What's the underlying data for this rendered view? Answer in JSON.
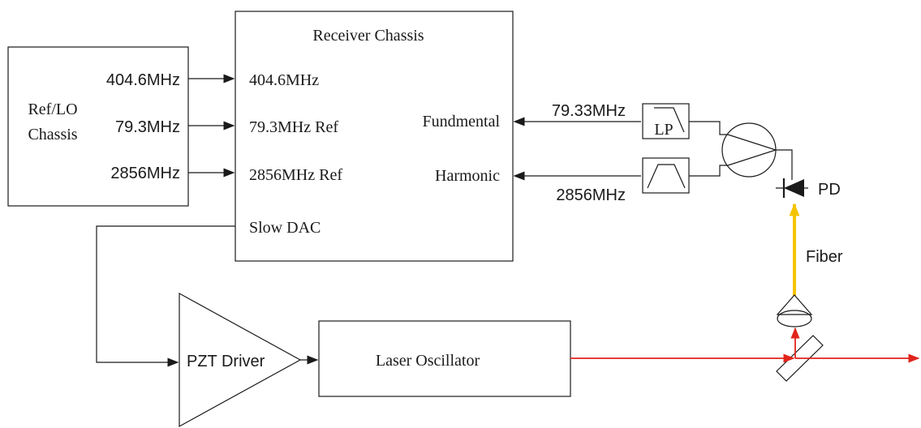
{
  "colors": {
    "line": "#1a1a1a",
    "laser_beam": "#e0251b",
    "fiber": "#f5c400",
    "background": "#ffffff"
  },
  "ref_lo_chassis": {
    "title_line1": "Ref/LO",
    "title_line2": "Chassis",
    "outputs": [
      "404.6MHz",
      "79.3MHz",
      "2856MHz"
    ]
  },
  "receiver_chassis": {
    "title": "Receiver Chassis",
    "inputs": [
      "404.6MHz",
      "79.3MHz Ref",
      "2856MHz Ref"
    ],
    "slow_dac": "Slow DAC",
    "fundamental": "Fundmental",
    "harmonic": "Harmonic"
  },
  "filters": {
    "lowpass_label": "LP",
    "fundamental_freq": "79.33MHz",
    "harmonic_freq": "2856MHz"
  },
  "photodiode_label": "PD",
  "fiber_label": "Fiber",
  "pzt_driver_label": "PZT Driver",
  "laser_oscillator_label": "Laser Oscillator"
}
